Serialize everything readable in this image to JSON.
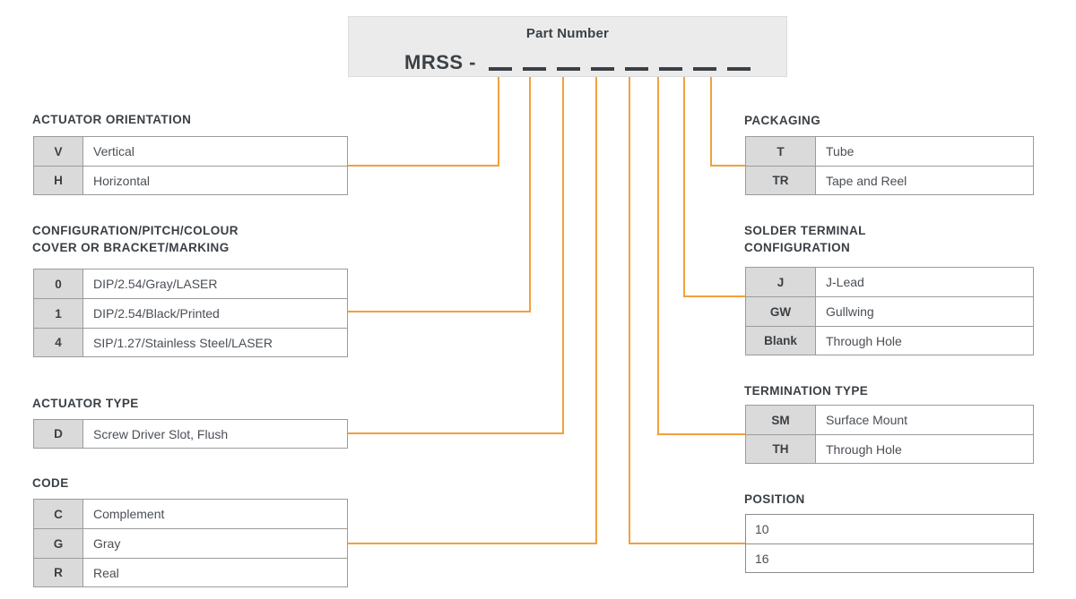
{
  "header": {
    "title": "Part Number",
    "prefix": "MRSS -",
    "blank_count": 8,
    "blank_glyph": "__"
  },
  "accent_color": "#f2a03d",
  "code_cell_color": "#dadada",
  "header_box_color": "#ebebeb",
  "text_color": "#3b4045",
  "left_sections": [
    {
      "id": "actuator-orientation",
      "title": "ACTUATOR ORIENTATION",
      "rows": [
        {
          "code": "V",
          "desc": "Vertical"
        },
        {
          "code": "H",
          "desc": "Horizontal"
        }
      ]
    },
    {
      "id": "configuration-pitch-colour",
      "title": "CONFIGURATION/PITCH/COLOUR\nCOVER OR BRACKET/MARKING",
      "rows": [
        {
          "code": "0",
          "desc": "DIP/2.54/Gray/LASER"
        },
        {
          "code": "1",
          "desc": "DIP/2.54/Black/Printed"
        },
        {
          "code": "4",
          "desc": "SIP/1.27/Stainless Steel/LASER"
        }
      ]
    },
    {
      "id": "actuator-type",
      "title": "ACTUATOR TYPE",
      "rows": [
        {
          "code": "D",
          "desc": "Screw Driver Slot, Flush"
        }
      ]
    },
    {
      "id": "code",
      "title": "CODE",
      "rows": [
        {
          "code": "C",
          "desc": "Complement"
        },
        {
          "code": "G",
          "desc": "Gray"
        },
        {
          "code": "R",
          "desc": "Real"
        }
      ]
    }
  ],
  "right_sections": [
    {
      "id": "packaging",
      "title": "PACKAGING",
      "rows": [
        {
          "code": "T",
          "desc": "Tube"
        },
        {
          "code": "TR",
          "desc": "Tape and Reel"
        }
      ]
    },
    {
      "id": "solder-terminal-configuration",
      "title": "SOLDER TERMINAL\nCONFIGURATION",
      "rows": [
        {
          "code": "J",
          "desc": "J-Lead"
        },
        {
          "code": "GW",
          "desc": "Gullwing"
        },
        {
          "code": "Blank",
          "desc": "Through Hole"
        }
      ]
    },
    {
      "id": "termination-type",
      "title": "TERMINATION TYPE",
      "rows": [
        {
          "code": "SM",
          "desc": "Surface Mount"
        },
        {
          "code": "TH",
          "desc": "Through Hole"
        }
      ]
    },
    {
      "id": "position",
      "title": "POSITION",
      "rows": [
        {
          "code": "",
          "desc": "10"
        },
        {
          "code": "",
          "desc": "16"
        }
      ]
    }
  ]
}
